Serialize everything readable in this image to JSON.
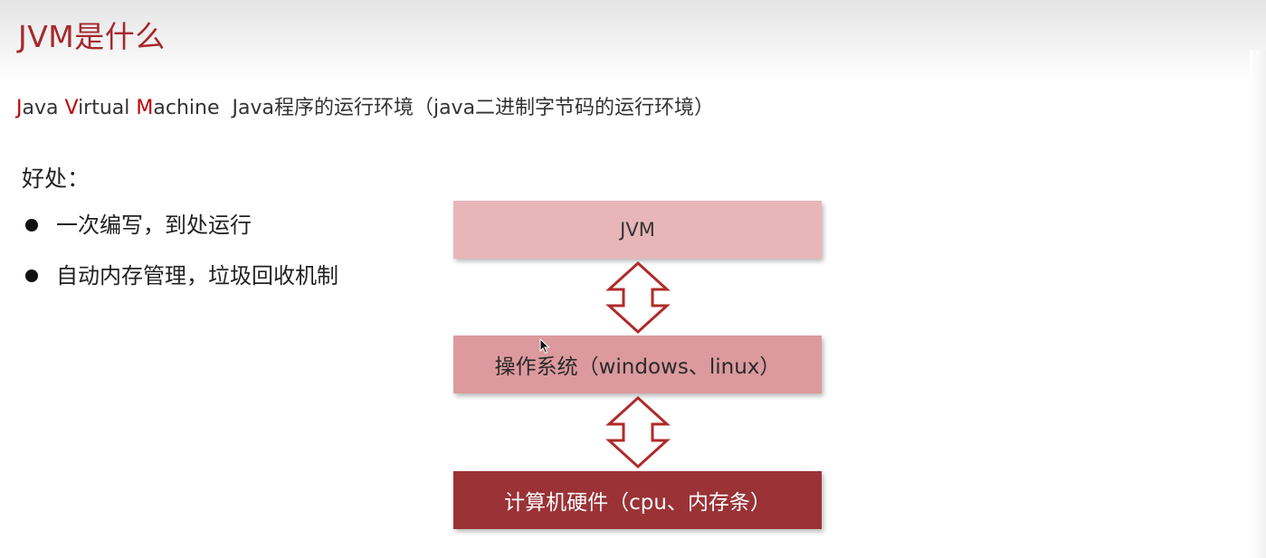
{
  "slide": {
    "title": "JVM是什么",
    "definition": {
      "j": "J",
      "ava": "ava ",
      "v": "V",
      "irtual": "irtual ",
      "m": "M",
      "achine": "achine",
      "description": "  Java程序的运行环境（java二进制字节码的运行环境）"
    },
    "benefits_heading": "好处：",
    "benefits": [
      "一次编写，到处运行",
      "自动内存管理，垃圾回收机制"
    ],
    "stack": {
      "layers": [
        "JVM",
        "操作系统（windows、linux）",
        "计算机硬件（cpu、内存条）"
      ]
    },
    "colors": {
      "title": "#a5282c",
      "accent_letters": "#c00000",
      "jvm_box": "#e8b6b9",
      "os_box": "#dc9a9e",
      "hardware_box": "#9a3236",
      "arrow_stroke": "#b02a2a"
    },
    "icons": {
      "arrow": "double-vertical-arrow-icon",
      "cursor": "mouse-pointer-icon"
    }
  }
}
